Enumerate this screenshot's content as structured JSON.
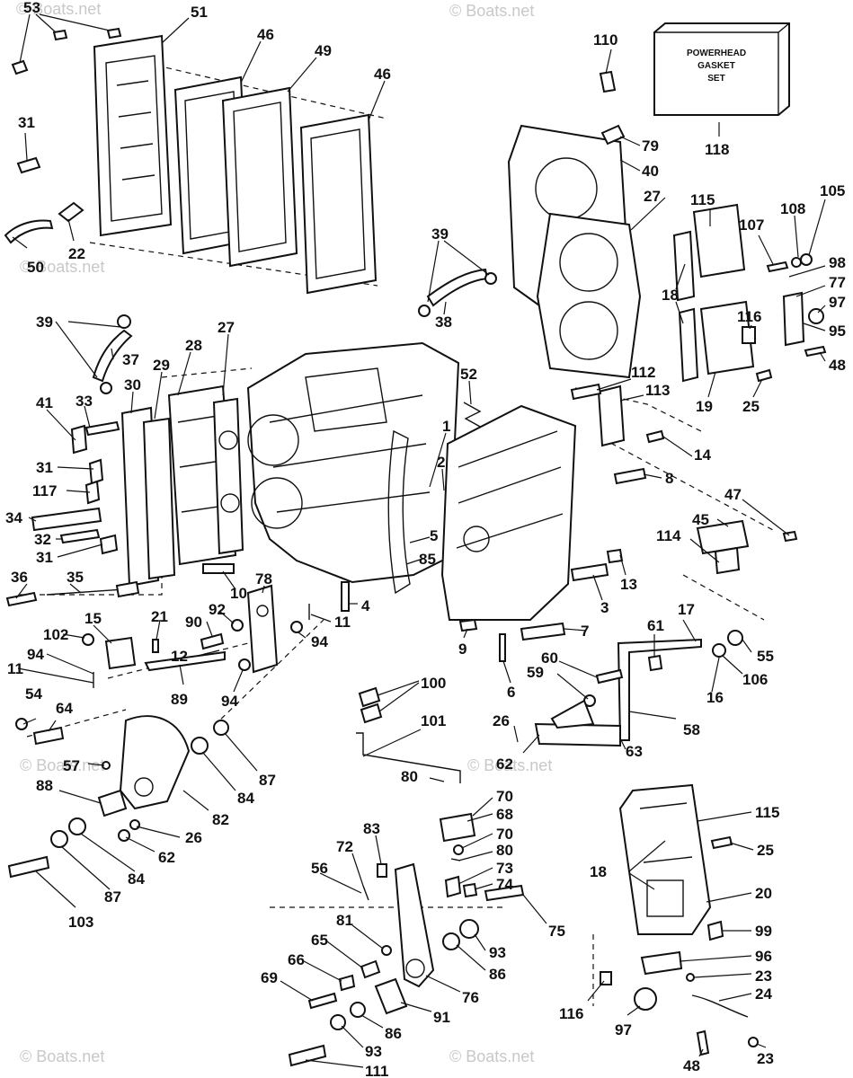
{
  "watermark": "© Boats.net",
  "gasket_set_box": {
    "line1": "POWERHEAD",
    "line2": "GASKET",
    "line3": "SET"
  },
  "callouts": {
    "c53": "53",
    "c51": "51",
    "c46a": "46",
    "c49": "49",
    "c46b": "46",
    "c110": "110",
    "c118": "118",
    "c79": "79",
    "c40": "40",
    "c27a": "27",
    "c31a": "31",
    "c22": "22",
    "c50": "50",
    "c39a": "39",
    "c38": "38",
    "c115a": "115",
    "c107": "107",
    "c108": "108",
    "c105": "105",
    "c98": "98",
    "c77": "77",
    "c97a": "97",
    "c95": "95",
    "c48a": "48",
    "c18a": "18",
    "c116a": "116",
    "c19": "19",
    "c25a": "25",
    "c39b": "39",
    "c37": "37",
    "c28": "28",
    "c27b": "27",
    "c29": "29",
    "c30": "30",
    "c41": "41",
    "c33": "33",
    "c31b": "31",
    "c117": "117",
    "c34": "34",
    "c32": "32",
    "c31c": "31",
    "c36": "36",
    "c35": "35",
    "c52": "52",
    "c1": "1",
    "c2": "2",
    "c5": "5",
    "c85": "85",
    "c112": "112",
    "c113": "113",
    "c14": "14",
    "c8": "8",
    "c47": "47",
    "c45": "45",
    "c114": "114",
    "c13": "13",
    "c3": "3",
    "c10": "10",
    "c78": "78",
    "c4": "4",
    "c11a": "11",
    "c9": "9",
    "c7": "7",
    "c6": "6",
    "c61": "61",
    "c17": "17",
    "c55": "55",
    "c106": "106",
    "c16": "16",
    "c60": "60",
    "c59": "59",
    "c15": "15",
    "c102": "102",
    "c94a": "94",
    "c11b": "11",
    "c21": "21",
    "c90": "90",
    "c92": "92",
    "c12": "12",
    "c89": "89",
    "c94b": "94",
    "c94c": "94",
    "c100": "100",
    "c101": "101",
    "c80a": "80",
    "c26a": "26",
    "c62a": "62",
    "c63": "63",
    "c58": "58",
    "c54": "54",
    "c64": "64",
    "c57": "57",
    "c88": "88",
    "c87a": "87",
    "c84a": "84",
    "c82": "82",
    "c26b": "26",
    "c62b": "62",
    "c84b": "84",
    "c87b": "87",
    "c103": "103",
    "c70a": "70",
    "c68": "68",
    "c70b": "70",
    "c80b": "80",
    "c73": "73",
    "c74": "74",
    "c75": "75",
    "c83": "83",
    "c72": "72",
    "c56": "56",
    "c81": "81",
    "c65": "65",
    "c66": "66",
    "c69": "69",
    "c93a": "93",
    "c86a": "86",
    "c76": "76",
    "c91": "91",
    "c86b": "86",
    "c93b": "93",
    "c111": "111",
    "c115b": "115",
    "c25b": "25",
    "c18b": "18",
    "c20": "20",
    "c99": "99",
    "c96": "96",
    "c23a": "23",
    "c24": "24",
    "c116b": "116",
    "c97b": "97",
    "c48b": "48",
    "c23b": "23"
  }
}
